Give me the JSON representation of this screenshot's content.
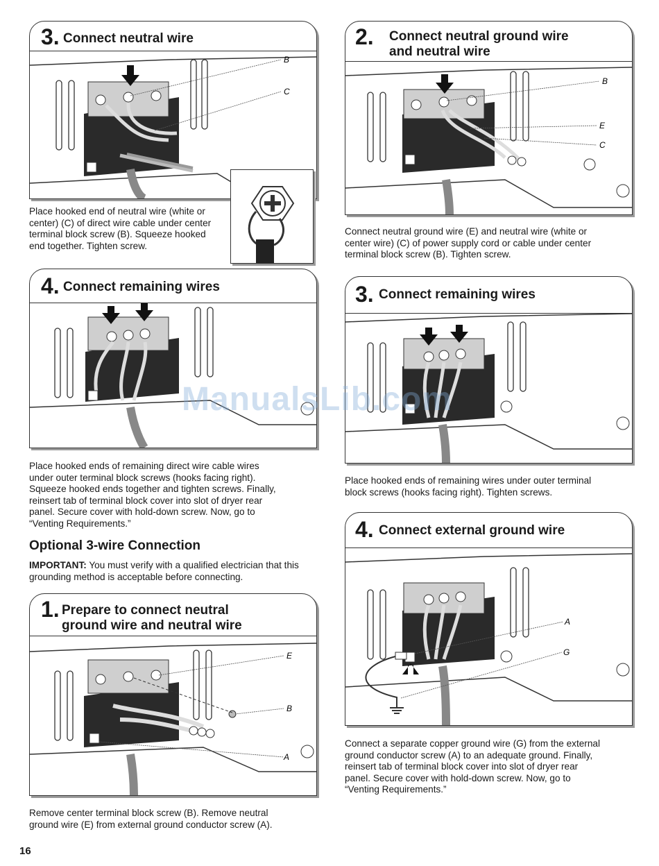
{
  "left": {
    "step3": {
      "num": "3.",
      "title": "Connect neutral wire",
      "labels": {
        "b": "B",
        "c": "C"
      },
      "caption": [
        "Place hooked end of neutral wire (white or",
        "center) (C) of direct wire cable under center",
        "terminal block screw (B). Squeeze hooked",
        "end together. Tighten screw."
      ]
    },
    "step4": {
      "num": "4.",
      "title": "Connect remaining wires",
      "caption": [
        "Place hooked ends of remaining direct wire cable wires",
        "under outer terminal block screws (hooks facing right).",
        "Squeeze hooked ends together and tighten screws. Finally,",
        "reinsert tab of terminal block cover into slot of dryer rear",
        "panel. Secure cover with hold-down screw. Now, go to",
        "“Venting Requirements.”"
      ]
    },
    "optional_heading": "Optional 3-wire Connection",
    "important_label": "IMPORTANT:",
    "important_text": " You must verify with a qualified electrician that this grounding method is acceptable before connecting.",
    "step1": {
      "num": "1.",
      "title_line1": "Prepare to connect neutral",
      "title_line2": "ground wire and neutral wire",
      "labels": {
        "e": "E",
        "b": "B",
        "a": "A"
      },
      "caption": [
        "Remove center terminal block screw (B). Remove neutral",
        "ground wire (E) from external ground conductor screw (A)."
      ]
    }
  },
  "right": {
    "step2": {
      "num": "2.",
      "title_line1": "Connect neutral ground wire",
      "title_line2": "and neutral wire",
      "labels": {
        "b": "B",
        "e": "E",
        "c": "C"
      },
      "caption": [
        "Connect neutral ground wire (E) and neutral wire (white or",
        "center wire) (C) of power supply cord or cable under center",
        "terminal block screw (B). Tighten screw."
      ]
    },
    "step3": {
      "num": "3.",
      "title": "Connect remaining wires",
      "caption": [
        "Place hooked ends of remaining wires under outer terminal",
        "block screws (hooks facing right). Tighten screws."
      ]
    },
    "step4": {
      "num": "4.",
      "title": "Connect external ground wire",
      "labels": {
        "a": "A",
        "g": "G"
      },
      "caption": [
        "Connect a separate copper ground wire (G) from the external",
        "ground conductor screw (A) to an adequate ground. Finally,",
        "reinsert tab of terminal block cover into slot of dryer rear",
        "panel. Secure cover with hold-down screw. Now, go to",
        "“Venting Requirements.”"
      ]
    }
  },
  "page_number": "16",
  "watermark": "ManualsLib.com"
}
